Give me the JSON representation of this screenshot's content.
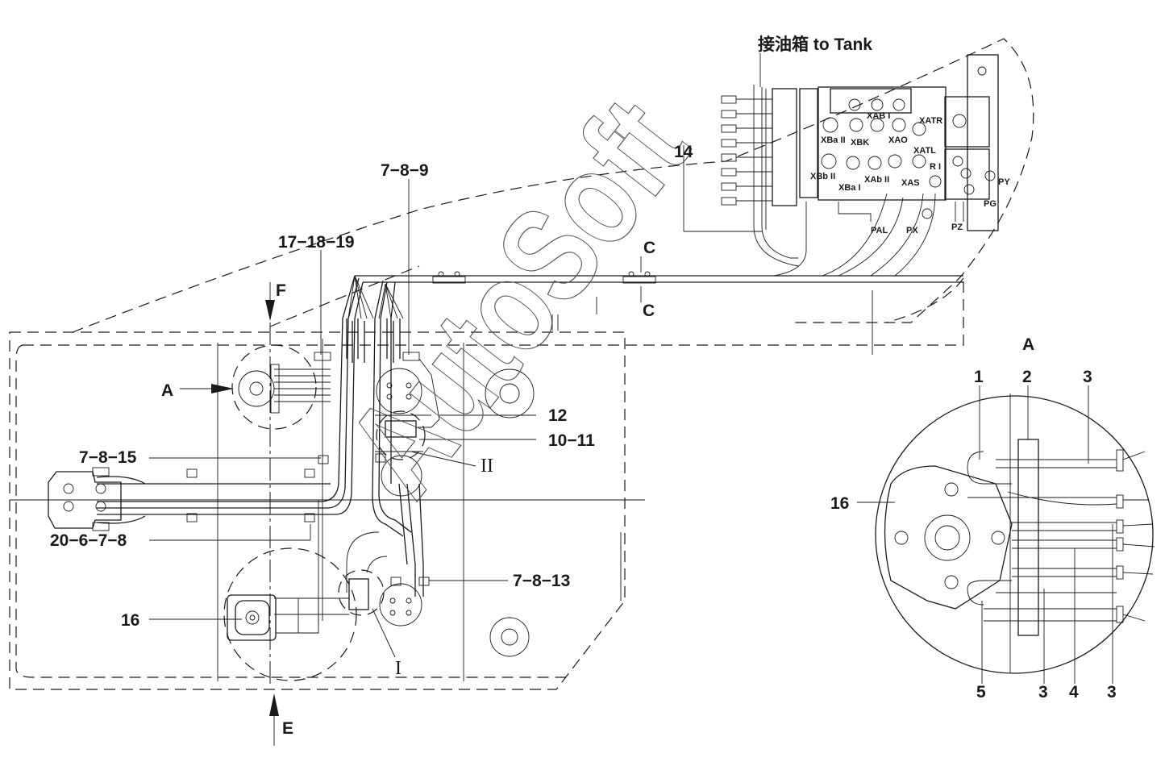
{
  "labels": {
    "tank": "接油箱 to Tank",
    "c14": "14",
    "c789": "7−8−9",
    "c171819": "17−18−19",
    "F": "F",
    "C_top": "C",
    "C_bot": "C",
    "A_left": "A",
    "c12": "12",
    "c1011": "10−11",
    "roman2": "II",
    "c7815": "7−8−15",
    "c20678": "20−6−7−8",
    "c7813": "7−8−13",
    "c16_left": "16",
    "roman1": "I",
    "E": "E",
    "A_detail": "A",
    "d1": "1",
    "d2": "2",
    "d3a": "3",
    "d16": "16",
    "d5": "5",
    "d3b": "3",
    "d4": "4",
    "d3c": "3"
  },
  "ports": {
    "XAB1": "XAB I",
    "XATR": "XATR",
    "XBa2": "XBa II",
    "XBK": "XBK",
    "XAO": "XAO",
    "XATL": "XATL",
    "XBb2": "XBb II",
    "XBa1": "XBa I",
    "XAb2": "XAb II",
    "XAS": "XAS",
    "R1": "R I",
    "PY": "PY",
    "PG": "PG",
    "PAL": "PAL",
    "PX": "PX",
    "PZ": "PZ"
  },
  "watermark": "AutoSoft",
  "icons": {
    "arrow": "arrow-icon",
    "circle-port": "port-circle-icon"
  }
}
